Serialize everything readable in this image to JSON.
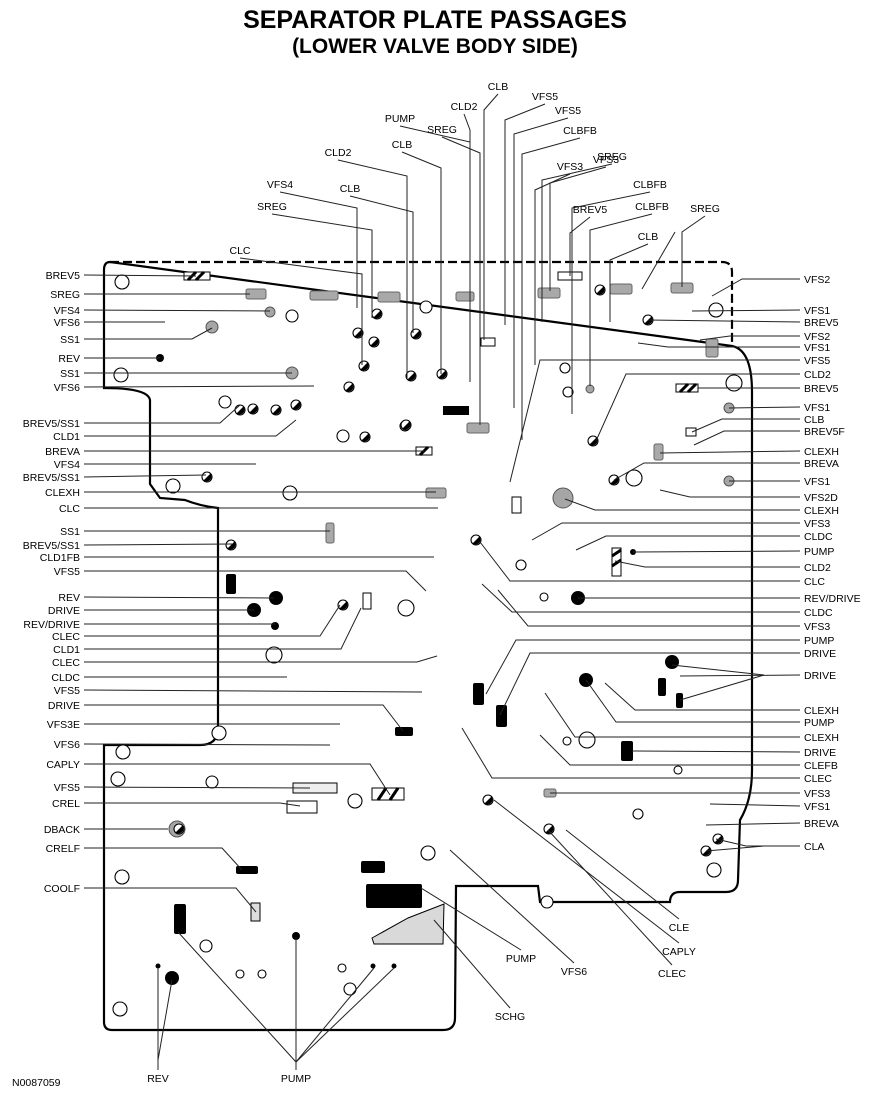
{
  "title": "SEPARATOR PLATE PASSAGES",
  "subtitle": "(LOWER VALVE BODY SIDE)",
  "figure_id": "N0087059",
  "labels": {
    "top": [
      "CLB",
      "CLD2",
      "VFS5",
      "VFS5",
      "PUMP",
      "SREG",
      "CLBFB",
      "CLB",
      "CLD2",
      "VFS3",
      "SREG",
      "CLB",
      "CLBFB",
      "VFS4",
      "SREG",
      "BREV5",
      "CLBFB",
      "VFS3",
      "SREG",
      "CLB",
      "CLC"
    ],
    "left": [
      "BREV5",
      "SREG",
      "VFS4",
      "VFS6",
      "SS1",
      "REV",
      "SS1",
      "VFS6",
      "BREV5/SS1",
      "CLD1",
      "BREVA",
      "VFS4",
      "BREV5/SS1",
      "CLEXH",
      "CLC",
      "SS1",
      "BREV5/SS1",
      "CLD1FB",
      "VFS5",
      "REV",
      "DRIVE",
      "REV/DRIVE",
      "CLEC",
      "CLD1",
      "CLEC",
      "CLDC",
      "VFS5",
      "DRIVE",
      "VFS3E",
      "VFS6",
      "CAPLY",
      "VFS5",
      "CREL",
      "DBACK",
      "CRELF",
      "COOLF"
    ],
    "right": [
      "VFS2",
      "VFS1",
      "BREV5",
      "VFS2",
      "VFS1",
      "VFS5",
      "CLD2",
      "BREV5",
      "VFS1",
      "CLB",
      "BREV5F",
      "CLEXH",
      "BREVA",
      "VFS1",
      "VFS2D",
      "CLEXH",
      "VFS3",
      "CLDC",
      "PUMP",
      "CLD2",
      "CLC",
      "REV/DRIVE",
      "CLDC",
      "VFS3",
      "PUMP",
      "DRIVE",
      "DRIVE",
      "CLEXH",
      "PUMP",
      "CLEXH",
      "DRIVE",
      "CLEFB",
      "CLEC",
      "VFS3",
      "VFS1",
      "BREVA",
      "CLA"
    ],
    "bottom": [
      "CLE",
      "CAPLY",
      "CLEC",
      "PUMP",
      "VFS6",
      "SCHG",
      "REV",
      "PUMP"
    ]
  }
}
